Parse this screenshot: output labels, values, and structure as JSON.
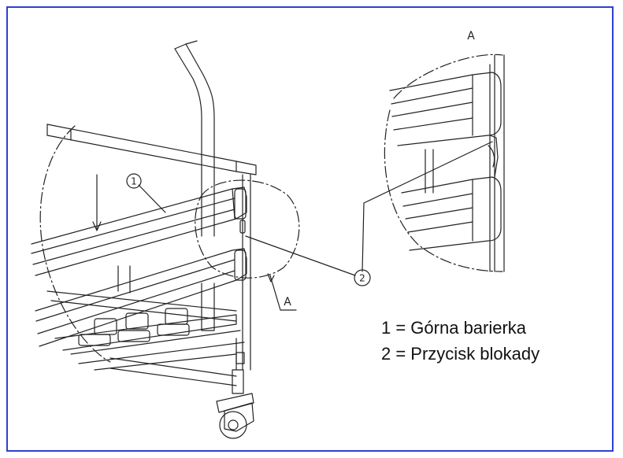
{
  "callouts": {
    "one": "1",
    "two": "2",
    "detail_view_label": "A",
    "detail_marker_label": "A"
  },
  "legend": {
    "items": [
      "1 = Górna barierka",
      "2 = Przycisk blokady"
    ]
  },
  "colors": {
    "frame_border": "#2f3fd0",
    "line_art": "#222222"
  }
}
